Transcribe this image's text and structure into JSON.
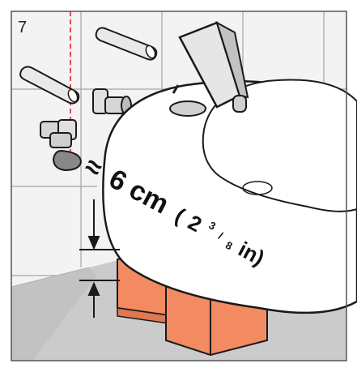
{
  "step": {
    "number": "7"
  },
  "dimension": {
    "approx": "≈",
    "value_cm": "6 cm",
    "open_paren": "(",
    "whole_in": "2",
    "frac_num": "3",
    "frac_slash": "/",
    "frac_den": "8",
    "unit_in": " in)"
  },
  "colors": {
    "wall_tile": "#f1f1f1",
    "tile_grid": "#9a9a9a",
    "floor": "#c9c9c9",
    "bowl": "#ffffff",
    "outline": "#1a1a1a",
    "block": "#f28a62",
    "guide_line": "#e0202a"
  }
}
